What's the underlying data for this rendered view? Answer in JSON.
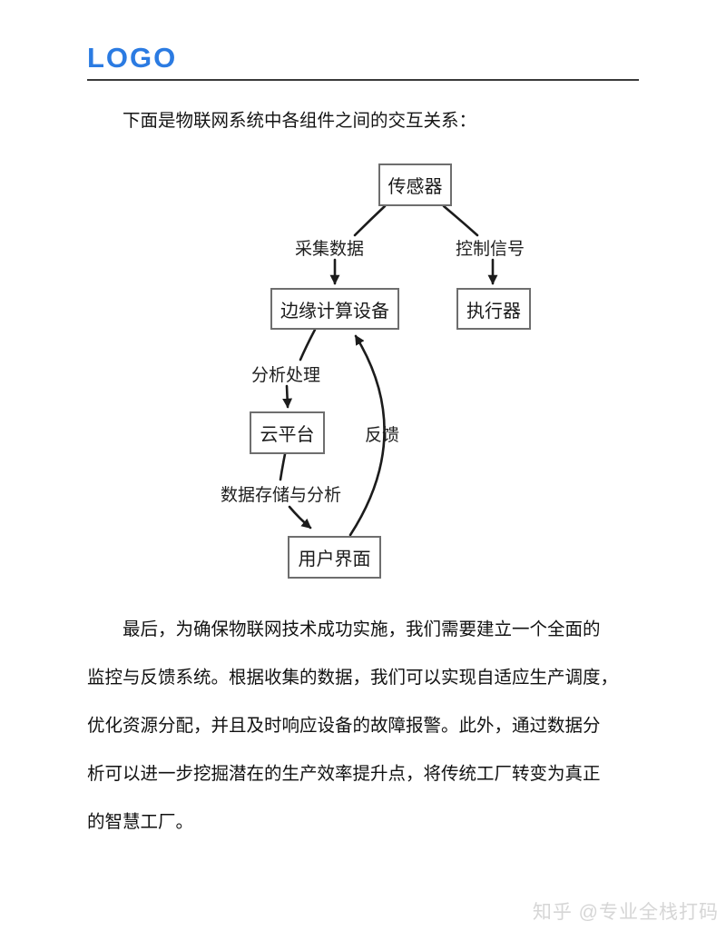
{
  "header": {
    "logo": "LOGO",
    "logo_color": "#2b7be2"
  },
  "intro": "下面是物联网系统中各组件之间的交互关系：",
  "diagram": {
    "nodes": [
      {
        "id": "sensor",
        "label": "传感器"
      },
      {
        "id": "edge",
        "label": "边缘计算设备"
      },
      {
        "id": "actuator",
        "label": "执行器"
      },
      {
        "id": "cloud",
        "label": "云平台"
      },
      {
        "id": "ui",
        "label": "用户界面"
      }
    ],
    "edges": [
      {
        "from": "sensor",
        "to": "edge",
        "label": "采集数据"
      },
      {
        "from": "sensor",
        "to": "actuator",
        "label": "控制信号"
      },
      {
        "from": "edge",
        "to": "cloud",
        "label": "分析处理"
      },
      {
        "from": "cloud",
        "to": "ui",
        "label": "数据存储与分析"
      },
      {
        "from": "ui",
        "to": "edge",
        "label": "反馈"
      }
    ],
    "line_color": "#1c1c1c",
    "box_border_color": "#6e6e6e"
  },
  "body_text": {
    "lines": [
      "最后，为确保物联网技术成功实施，我们需要建立一个全面的",
      "监控与反馈系统。根据收集的数据，我们可以实现自适应生产调度，",
      "优化资源分配，并且及时响应设备的故障报警。此外，通过数据分",
      "析可以进一步挖掘潜在的生产效率提升点，将传统工厂转变为真正",
      "的智慧工厂。"
    ]
  },
  "watermark": "知乎 @专业全栈打码"
}
